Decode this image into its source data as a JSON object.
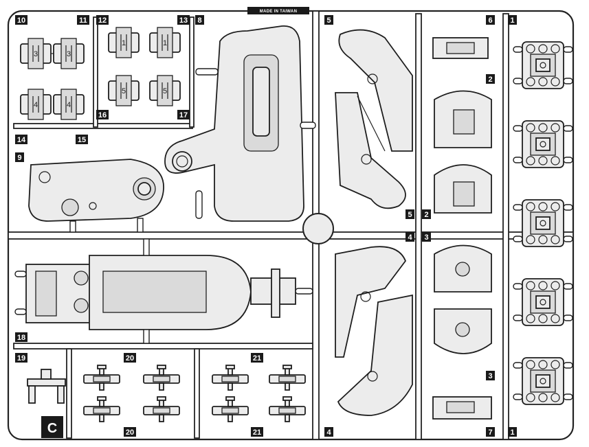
{
  "sheet": {
    "stamp": "MADE IN TAIWAN",
    "tree_letter": "C"
  },
  "labels": [
    {
      "id": "lbl-10",
      "text": "10"
    },
    {
      "id": "lbl-11",
      "text": "11"
    },
    {
      "id": "lbl-12",
      "text": "12"
    },
    {
      "id": "lbl-13",
      "text": "13"
    },
    {
      "id": "lbl-8",
      "text": "8"
    },
    {
      "id": "lbl-5a",
      "text": "5"
    },
    {
      "id": "lbl-6",
      "text": "6"
    },
    {
      "id": "lbl-1a",
      "text": "1"
    },
    {
      "id": "lbl-2a",
      "text": "2"
    },
    {
      "id": "lbl-16",
      "text": "16"
    },
    {
      "id": "lbl-17",
      "text": "17"
    },
    {
      "id": "lbl-14",
      "text": "14"
    },
    {
      "id": "lbl-15",
      "text": "15"
    },
    {
      "id": "lbl-9",
      "text": "9"
    },
    {
      "id": "lbl-5b",
      "text": "5"
    },
    {
      "id": "lbl-2b",
      "text": "2"
    },
    {
      "id": "lbl-4a",
      "text": "4"
    },
    {
      "id": "lbl-3a",
      "text": "3"
    },
    {
      "id": "lbl-18",
      "text": "18"
    },
    {
      "id": "lbl-19",
      "text": "19"
    },
    {
      "id": "lbl-20a",
      "text": "20"
    },
    {
      "id": "lbl-21a",
      "text": "21"
    },
    {
      "id": "lbl-3b",
      "text": "3"
    },
    {
      "id": "lbl-20b",
      "text": "20"
    },
    {
      "id": "lbl-21b",
      "text": "21"
    },
    {
      "id": "lbl-4b",
      "text": "4"
    },
    {
      "id": "lbl-7",
      "text": "7"
    },
    {
      "id": "lbl-1b",
      "text": "1"
    }
  ],
  "embossed": {
    "p10a": "3",
    "p10b": "3",
    "p12a": "1",
    "p12b": "1",
    "p14a": "4",
    "p14b": "4",
    "p16a": "5",
    "p16b": "5"
  },
  "colors": {
    "rail": "#ffffff",
    "part": "#ececec",
    "ink": "#1e1e1e",
    "label_bg": "#1a1a1a"
  }
}
